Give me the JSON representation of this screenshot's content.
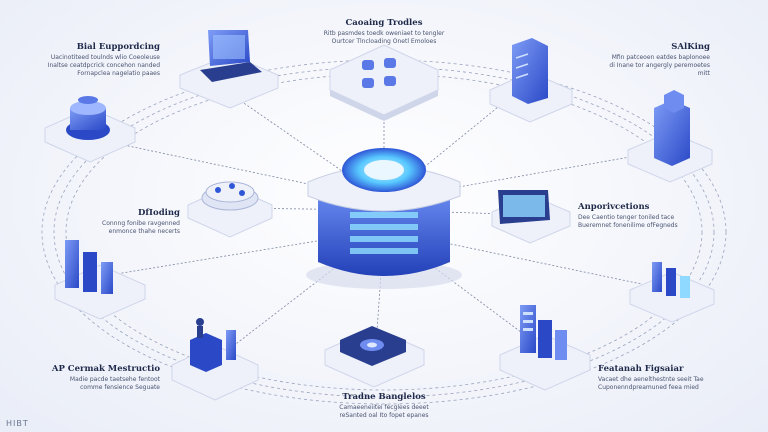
{
  "labels": {
    "top_center": {
      "title": "Caoaing Trodles",
      "desc": [
        "Ritb pasmdes toedk oweniaet to tengler",
        "Ourtcer Tlncloading Onetl Emoloes"
      ]
    },
    "top_left": {
      "title": "Bial Euppordcing",
      "desc": [
        "Uacinotiteed toulnds wlio Coeoleuse",
        "Inaltse ceatdpcrick concehon nanded",
        "Fornapclea nagelatio paaes"
      ]
    },
    "top_right": {
      "title": "SAlKing",
      "desc": [
        "Mfin patceoen eatdes baplonoee",
        "di Inane tor angergly peremoetes",
        "mitt"
      ]
    },
    "mid_left": {
      "title": "DfIoding",
      "desc": [
        "Connng fonibe ravgenned",
        "enmonce thahe necerts"
      ]
    },
    "mid_right": {
      "title": "Anporivcetions",
      "desc": [
        "Dee Caentio tenger toniled tace",
        "Bueremnet fonenilime ofFegneds"
      ]
    },
    "bottom_left": {
      "title": "AP Cermak Mestructio",
      "desc": [
        "Madie pacde taetsehe fentoot",
        "comme fensience Seguate"
      ]
    },
    "bottom_center": {
      "title": "Tradne Banglelos",
      "desc": [
        "Camaeeneiitei fecglees deeet",
        "reSanted oal Ito fopet epanes"
      ]
    },
    "bottom_right": {
      "title": "Featanah Figsaiar",
      "desc": [
        "Vacaet dhe aenelthestnte seeit Tae",
        "Cuponenndpreamuned feea mied"
      ]
    }
  },
  "watermark": "HIBT",
  "colors": {
    "accent": "#2f56d6",
    "accent_light": "#6f8cf0",
    "glow": "#58c8ff",
    "platform": "#eef1f9",
    "platform_side": "#cfd6ea",
    "line": "#8f98b2"
  },
  "nodes": {
    "center": "central-hub-icon",
    "top": "controller-pads-icon",
    "top_left_laptop": "laptop-icon",
    "top_left": "server-coil-icon",
    "top_right_server": "server-rack-icon",
    "right_tower": "tower-building-icon",
    "mid_left": "disk-stack-icon",
    "mid_right": "monitor-screen-icon",
    "left_blocks": "building-blocks-icon",
    "right_bars": "chart-towers-icon",
    "bottom_left": "people-podium-icon",
    "bottom_center": "camera-device-icon",
    "bottom_right": "city-buildings-icon"
  }
}
